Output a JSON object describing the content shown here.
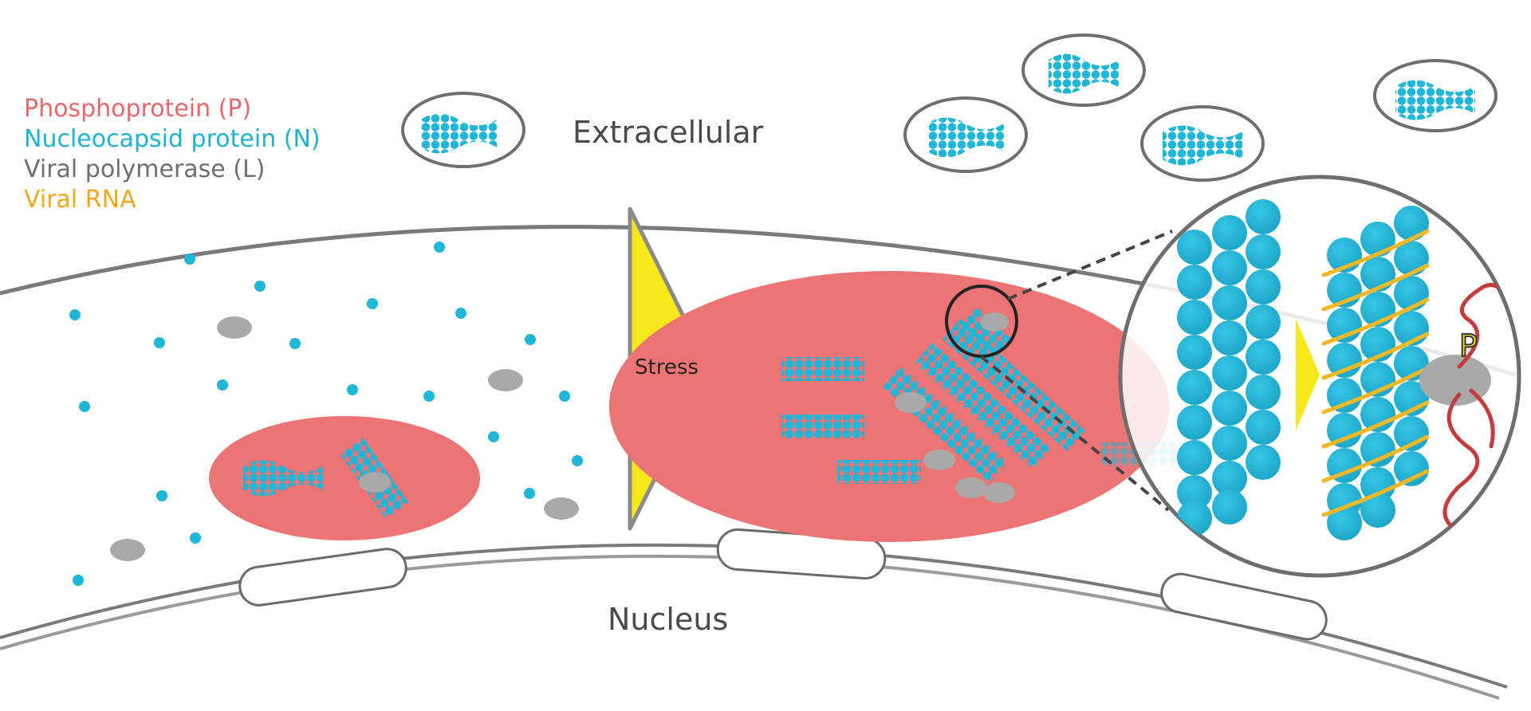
{
  "legend": {
    "items": [
      {
        "label": "Phosphoprotein (P)",
        "color": "#e8676b"
      },
      {
        "label": "Nucleocapsid protein (N)",
        "color": "#1fb3d1"
      },
      {
        "label": "Viral polymerase (L)",
        "color": "#6e6e6e"
      },
      {
        "label": "Viral RNA",
        "color": "#f0a81c"
      }
    ]
  },
  "labels": {
    "extracellular": "Extracellular",
    "nucleus": "Nucleus",
    "stress": "Stress",
    "p_marker": "P"
  },
  "colors": {
    "condensate": "#ec7474",
    "nucleocapsid": "#1fb6d8",
    "polymerase": "#a9a9a9",
    "rna": "#f2b824",
    "phospho_tail": "#c43c3c",
    "arrow": "#f7e81c",
    "membrane": "#7a7a7a"
  }
}
